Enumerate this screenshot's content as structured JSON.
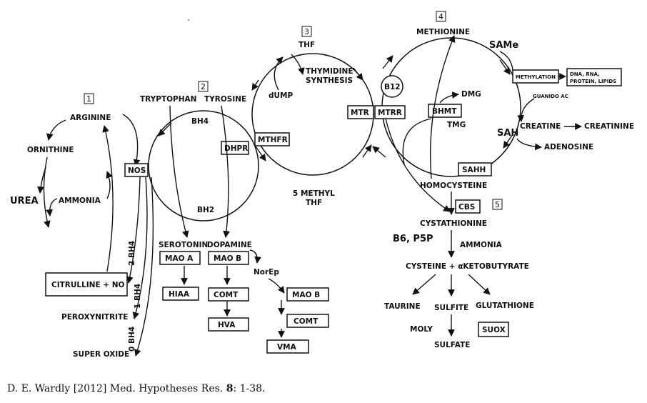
{
  "sections": {
    "s1": "1",
    "s2": "2",
    "s3": "3",
    "s4": "4",
    "s5": "5"
  },
  "nodes": {
    "arginine": "ARGININE",
    "ornithine": "ORNITHINE",
    "urea": "UREA",
    "ammonia_left": "AMMONIA",
    "nos": "NOS",
    "citrulline_no": "CITRULLINE + NO",
    "two_bh4": "2 BH4",
    "one_bh4": "1 BH4",
    "zero_bh4": "0 BH4",
    "peroxynitrite": "PEROXYNITRITE",
    "super_oxide": "SUPER OXIDE",
    "tryptophan": "TRYPTOPHAN",
    "tyrosine": "TYROSINE",
    "bh4": "BH4",
    "bh2": "BH2",
    "dhpr": "DHPR",
    "serotonin": "SEROTONIN",
    "dopamine": "DOPAMINE",
    "mao_a": "MAO A",
    "mao_b": "MAO B",
    "hiaa": "HIAA",
    "comt": "COMT",
    "hva": "HVA",
    "norep": "NorEp",
    "mao_b2": "MAO B",
    "comt2": "COMT",
    "vma": "VMA",
    "thf": "THF",
    "thymidine_synthesis_1": "THYMIDINE",
    "thymidine_synthesis_2": "SYNTHESIS",
    "dump": "dUMP",
    "mthfr": "MTHFR",
    "five_methyl_thf_1": "5 METHYL",
    "five_methyl_thf_2": "THF",
    "b12": "B12",
    "mtr": "MTR",
    "mtrr": "MTRR",
    "methionine": "METHIONINE",
    "same": "SAMe",
    "methylation": "METHYLATION",
    "dna_rna_1": "DNA, RNA,",
    "dna_rna_2": "PROTEIN, LIPIDS",
    "dmg": "DMG",
    "bhmt": "BHMT",
    "tmg": "TMG",
    "guanido_ac": "GUANIDO AC",
    "sah": "SAH",
    "creatine": "CREATINE",
    "creatinine": "CREATININE",
    "adenosine": "ADENOSINE",
    "sahh": "SAHH",
    "homocysteine": "HOMOCYSTEINE",
    "cbs": "CBS",
    "cystathionine": "CYSTATHIONINE",
    "b6_p5p": "B6, P5P",
    "ammonia_right": "AMMONIA",
    "cysteine": "CYSTEINE + ",
    "alpha": "α",
    "ketobutyrate": "KETOBUTYRATE",
    "taurine": "TAURINE",
    "sulfite": "SULFITE",
    "glutathione": "GLUTATHIONE",
    "moly": "MOLY",
    "suox": "SUOX",
    "sulfate": "SULFATE"
  },
  "citation": {
    "prefix": "D. E. Wardly [2012] Med. Hypotheses Res. ",
    "volume": "8",
    "suffix": ": 1-38."
  }
}
